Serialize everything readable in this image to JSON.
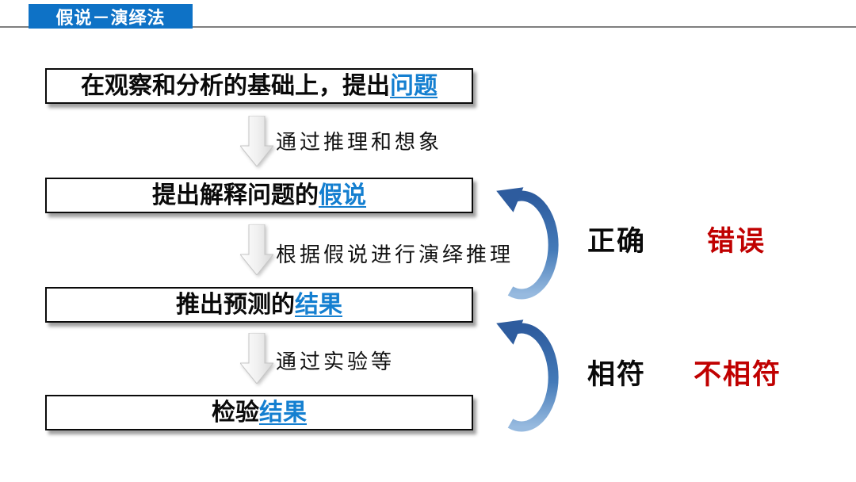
{
  "header": {
    "title": "假说－演绎法"
  },
  "flow": {
    "boxes": [
      {
        "text": "在观察和分析的基础上，提出",
        "link": "问题"
      },
      {
        "text": "提出解释问题的",
        "link": "假说"
      },
      {
        "text": "推出预测的",
        "link": "结果"
      },
      {
        "text": "检验",
        "link": "结果"
      }
    ],
    "arrows": [
      {
        "label": "通过推理和想象"
      },
      {
        "label": "根据假说进行演绎推理"
      },
      {
        "label": "通过实验等"
      }
    ]
  },
  "feedback": [
    {
      "positive": "正确",
      "negative": "错误"
    },
    {
      "positive": "相符",
      "negative": "不相符"
    }
  ],
  "colors": {
    "header_blue": "#0e72c6",
    "link_blue": "#147fd0",
    "negative_red": "#c00000",
    "arc_dark_blue": "#2e5c9e",
    "arc_light_blue": "#97badf",
    "divider_gray": "#7f7f7f"
  }
}
